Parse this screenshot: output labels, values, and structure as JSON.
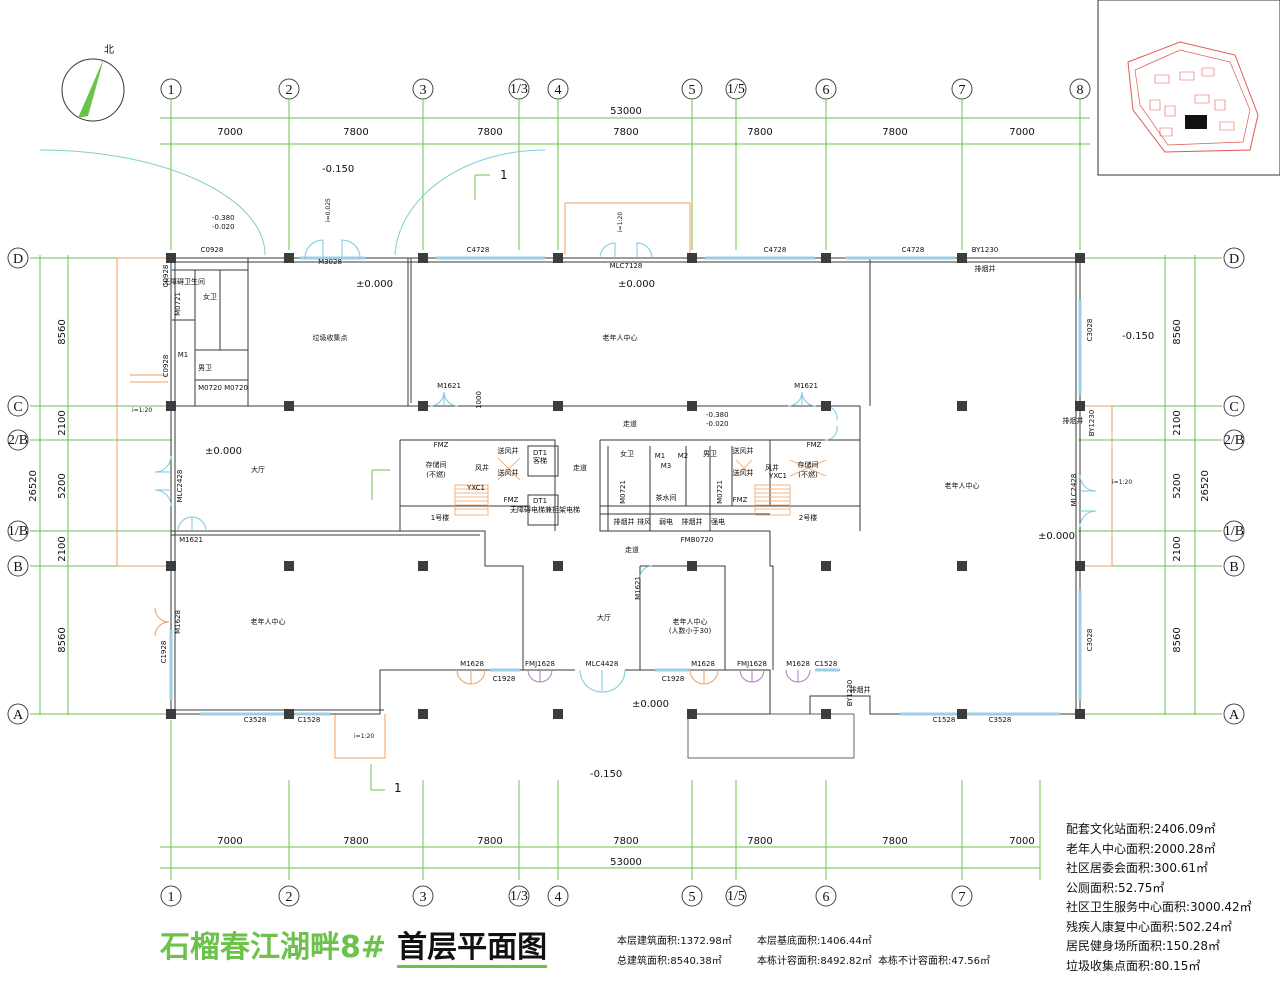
{
  "title": {
    "project": "石榴春江湖畔8#",
    "drawing": "首层平面图"
  },
  "north_label": "北",
  "axes": {
    "columns_top": [
      "1",
      "2",
      "3",
      "1/3",
      "4",
      "5",
      "1/5",
      "6",
      "7",
      "8"
    ],
    "columns_bottom": [
      "1",
      "2",
      "3",
      "1/3",
      "4",
      "5",
      "1/5",
      "6",
      "7"
    ],
    "rows": [
      "D",
      "C",
      "2/B",
      "1/B",
      "B",
      "A"
    ]
  },
  "dimensions": {
    "total_width": "53000",
    "spans": [
      "7000",
      "7800",
      "7800",
      "7800",
      "7800",
      "7800",
      "7000"
    ],
    "total_depth": "26520",
    "row_spans": [
      "8560",
      "2100",
      "5200",
      "2100",
      "8560"
    ]
  },
  "rooms": {
    "elderly_center": "老年人中心",
    "elderly_center_small": "老年人中心",
    "elderly_center_capacity": "(人数小于30)",
    "garbage": "垃圾收集点",
    "hall": "大厅",
    "corridor": "走道",
    "female_wc": "女卫",
    "male_wc": "男卫",
    "accessible_wc": "无障碍卫生间",
    "storage": "存储间",
    "storage_note": "(不燃)",
    "shaft_air_in": "送风井",
    "shaft_smoke": "排烟井",
    "shaft_exhaust": "排风",
    "shaft_wind": "风井",
    "tea_room": "茶水间",
    "strong_elec": "强电",
    "weak_elec": "弱电",
    "elevator_passenger": "客梯",
    "elevator_fire": "无障碍电梯兼担架电梯",
    "dt1": "DT1",
    "stair1": "1号楼",
    "stair2": "2号楼",
    "m1": "M1",
    "m2": "M2",
    "m3": "M3"
  },
  "levels": {
    "outside": "-0.150",
    "floor": "±0.000",
    "wc_lower": "-0.380",
    "wc_upper": "-0.020",
    "ramp_slope": "i=1:20",
    "ramp_slope2": "i=0.025",
    "section_mark": "1"
  },
  "door_window_codes": {
    "c4728": "C4728",
    "mlc7128": "MLC7128",
    "m3028": "M3028",
    "c0928": "C0928",
    "m0721": "M0721",
    "m0720": "M0720",
    "m1621": "M1621",
    "m1628": "M1628",
    "fmj1628": "FMJ1628",
    "c1928": "C1928",
    "mlc4428": "MLC4428",
    "c3528": "C3528",
    "c1528": "C1528",
    "by1230": "BY1230",
    "c3028": "C3028",
    "mlc2428": "MLC2428",
    "fmz": "FMZ",
    "fmb0720": "FMB0720",
    "ycx1": "YXC1",
    "d1000": "1000"
  },
  "areas": [
    "配套文化站面积:2406.09㎡",
    "老年人中心面积:2000.28㎡",
    "社区居委会面积:300.61㎡",
    "公厕面积:52.75㎡",
    "社区卫生服务中心面积:3000.42㎡",
    "残疾人康复中心面积:502.24㎡",
    "居民健身场所面积:150.28㎡",
    "垃圾收集点面积:80.15㎡"
  ],
  "building_stats": {
    "floor_area": "本层建筑面积:1372.98㎡",
    "base_area": "本层基底面积:1406.44㎡",
    "total_area": "总建筑面积:8540.38㎡",
    "far_area": "本栋计容面积:8492.82㎡",
    "non_far_area": "本栋不计容面积:47.56㎡"
  },
  "colors": {
    "accent_green": "#6cc24a",
    "wall": "#3c3c3c",
    "glass": "#9ccfe6",
    "door_orange": "#f0a060"
  }
}
